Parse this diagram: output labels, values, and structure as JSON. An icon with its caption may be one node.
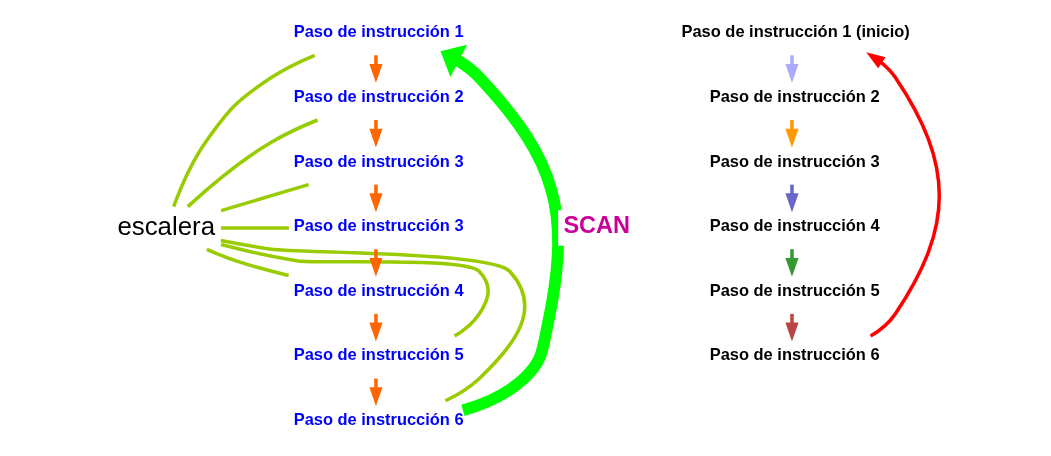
{
  "diagram": {
    "nodes": [
      {
        "text": [
          "escalera"
        ]
      },
      {
        "text": [
          "Paso de instrucción 1"
        ]
      },
      {
        "text": [
          "Paso de instrucción 2"
        ]
      },
      {
        "text": [
          "Paso de instrucción 3"
        ]
      },
      {
        "text": [
          "Paso de instrucción 3"
        ]
      },
      {
        "text": [
          "Paso de instrucción 4"
        ]
      },
      {
        "text": [
          "Paso de instrucción 5"
        ]
      },
      {
        "text": [
          "Paso de instrucción 6"
        ]
      },
      {
        "text": [
          "Paso de instrucción 1 (inicio)"
        ]
      },
      {
        "text": [
          "Paso de instrucción 2"
        ]
      },
      {
        "text": [
          "Paso de instrucción 3"
        ]
      },
      {
        "text": [
          "Paso de instrucción 4"
        ]
      },
      {
        "text": [
          "Paso de instrucción 5"
        ]
      },
      {
        "text": [
          "Paso de instrucción 6"
        ]
      }
    ],
    "edges": [
      {
        "from": 0,
        "to": 1,
        "arrow": "none"
      },
      {
        "from": 0,
        "to": 2,
        "arrow": "none"
      },
      {
        "from": 0,
        "to": 3,
        "arrow": "none"
      },
      {
        "from": 0,
        "to": 4,
        "arrow": "none"
      },
      {
        "from": 0,
        "to": 5,
        "arrow": "none"
      },
      {
        "from": 0,
        "to": 6,
        "arrow": "none"
      },
      {
        "from": 0,
        "to": 7,
        "arrow": "none"
      },
      {
        "from": 1,
        "to": 2,
        "arrow": "to",
        "color": "#ff6600"
      },
      {
        "from": 2,
        "to": 3,
        "arrow": "to",
        "color": "#ff6600"
      },
      {
        "from": 3,
        "to": 4,
        "arrow": "to",
        "color": "#ff6600"
      },
      {
        "from": 4,
        "to": 5,
        "arrow": "to",
        "color": "#ff6600"
      },
      {
        "from": 5,
        "to": 6,
        "arrow": "to",
        "color": "#ff6600"
      },
      {
        "from": 6,
        "to": 7,
        "arrow": "to",
        "color": "#ff6600"
      },
      {
        "from": 7,
        "to": 1,
        "arrow": "to",
        "label": "SCAN",
        "style": "thick",
        "color": "#00ff00"
      },
      {
        "from": 8,
        "to": 9,
        "arrow": "to",
        "color": "#aaaaff"
      },
      {
        "from": 9,
        "to": 10,
        "arrow": "to",
        "color": "#ff9900"
      },
      {
        "from": 10,
        "to": 11,
        "arrow": "to",
        "color": "#6666cc"
      },
      {
        "from": 11,
        "to": 12,
        "arrow": "to",
        "color": "#339933"
      },
      {
        "from": 12,
        "to": 13,
        "arrow": "to",
        "color": "#bb4444"
      },
      {
        "from": 13,
        "to": 8,
        "arrow": "to",
        "color": "#ff0000"
      }
    ]
  }
}
